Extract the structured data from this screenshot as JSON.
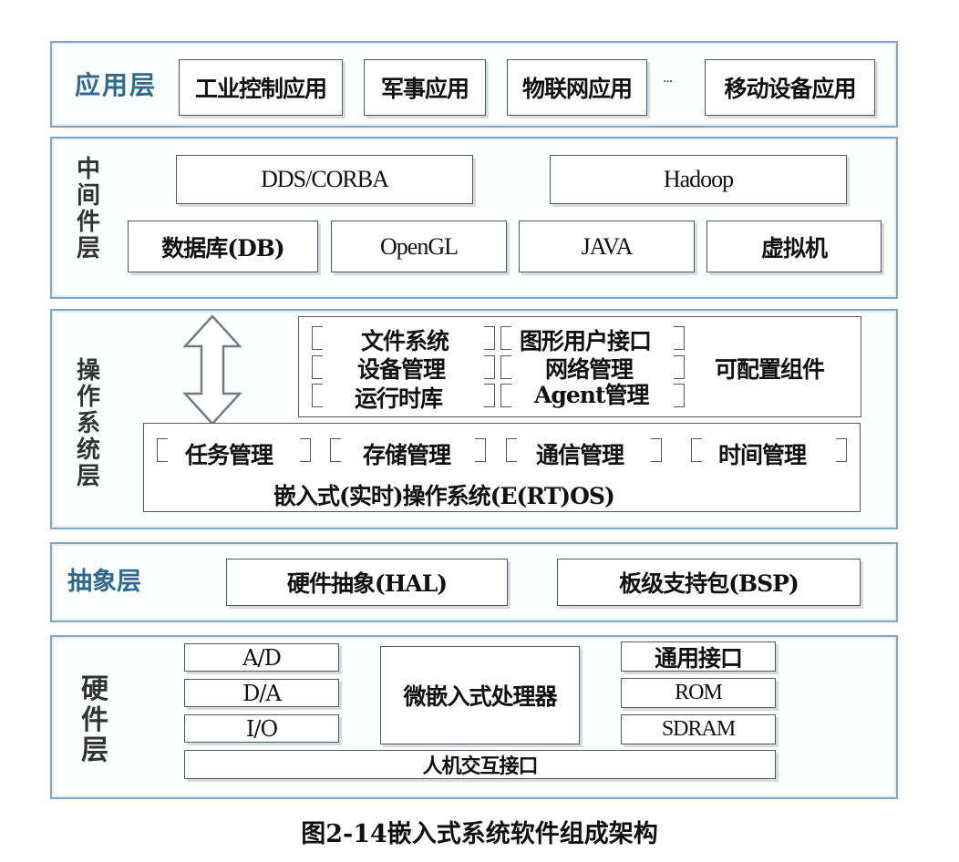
{
  "application_layer": {
    "label": "应用层",
    "items": [
      "工业控制应用",
      "军事应用",
      "物联网应用",
      "移动设备应用"
    ],
    "ellipsis": "···"
  },
  "middleware_layer": {
    "label": "中间件层",
    "row1": [
      "DDS/CORBA",
      "Hadoop"
    ],
    "row2": [
      "数据库(DB)",
      "OpenGL",
      "JAVA",
      "虚拟机"
    ]
  },
  "os_layer": {
    "label": "操作系统层",
    "configurable": {
      "col1": [
        "文件系统",
        "设备管理",
        "运行时库"
      ],
      "col2": [
        "图形用户接口",
        "网络管理",
        "Agent管理"
      ],
      "label": "可配置组件"
    },
    "kernel": {
      "items": [
        "任务管理",
        "存储管理",
        "通信管理",
        "时间管理"
      ],
      "title": "嵌入式(实时)操作系统(E(RT)OS)"
    }
  },
  "abstraction_layer": {
    "label": "抽象层",
    "items": [
      "硬件抽象(HAL)",
      "板级支持包(BSP)"
    ]
  },
  "hardware_layer": {
    "label": "硬件层",
    "left": [
      "A/D",
      "D/A",
      "I/O"
    ],
    "center": "微嵌入式处理器",
    "right": [
      "通用接口",
      "ROM",
      "SDRAM"
    ],
    "bottom": "人机交互接口"
  },
  "caption": "图2-14嵌入式系统软件组成架构",
  "colors": {
    "layer_border": "#7fa7c4",
    "label_blue": "#2e6a8f"
  }
}
